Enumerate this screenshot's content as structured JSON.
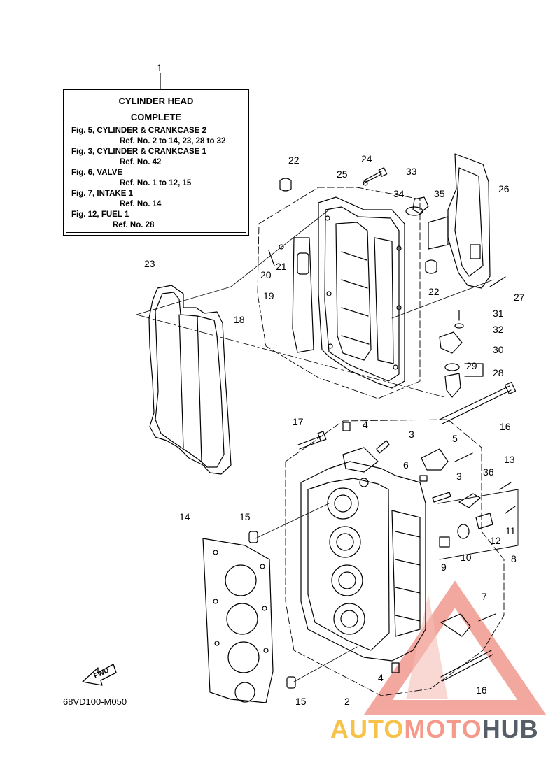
{
  "info_box": {
    "title_line1": "CYLINDER HEAD",
    "title_line2": "COMPLETE",
    "lines": [
      "Fig. 5, CYLINDER & CRANKCASE 2",
      "Ref. No. 2 to 14, 23, 28 to 32",
      "Fig. 3, CYLINDER & CRANKCASE 1",
      "Ref. No. 42",
      "Fig. 6, VALVE",
      "Ref. No. 1 to 12, 15",
      "Fig. 7, INTAKE 1",
      "Ref. No. 14",
      "Fig. 12, FUEL 1",
      "Ref. No. 28"
    ]
  },
  "callouts": [
    "1",
    "22",
    "24",
    "25",
    "33",
    "34",
    "35",
    "26",
    "23",
    "20",
    "21",
    "19",
    "18",
    "22",
    "27",
    "31",
    "32",
    "30",
    "29",
    "28",
    "17",
    "4",
    "3",
    "5",
    "16",
    "6",
    "13",
    "3",
    "36",
    "14",
    "15",
    "12",
    "11",
    "8",
    "10",
    "9",
    "7",
    "16",
    "4",
    "15",
    "2"
  ],
  "fwd_label": "FWD",
  "diagram_code": "68VD100-M050",
  "watermark": {
    "auto": "AUTO",
    "moto": "MOTO",
    "hub": "HUB"
  },
  "colors": {
    "line": "#000000",
    "watermark_red": "#f08c80",
    "watermark_yellow": "#f6c24a",
    "watermark_gray": "#555d66"
  }
}
